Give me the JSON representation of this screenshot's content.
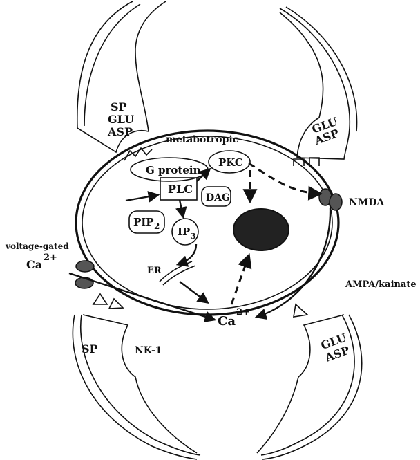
{
  "labels": {
    "sp_glu_asp_top": [
      "SP",
      "GLU",
      "ASP"
    ],
    "glu_asp_top": [
      "GLU",
      "ASP"
    ],
    "metabotropic": "metabotropic",
    "g_protein": "G protein",
    "pkc": "PKC",
    "plc": "PLC",
    "dag": "DAG",
    "pip2_main": "PIP",
    "pip2_sub": "2",
    "ip3_main": "IP",
    "ip3_sub": "3",
    "nmda": "NMDA",
    "voltage_gated": "voltage-gated",
    "ca_left_main": "Ca",
    "ca_left_sup": "2+",
    "er": "ER",
    "ca_center_main": "Ca",
    "ca_center_sup": "2+",
    "ampa_kainate": "AMPA/kainate",
    "sp_bottom": "SP",
    "nk1": "NK-1",
    "glu_asp_bottom": [
      "GLU",
      "ASP"
    ]
  },
  "colors": {
    "ink": "#111111",
    "receptor_fill": "#555555",
    "nucleus_fill": "#222222"
  }
}
